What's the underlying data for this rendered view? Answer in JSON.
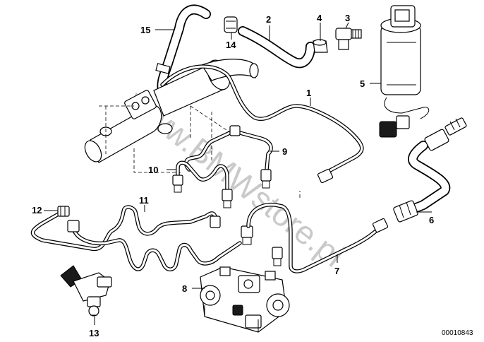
{
  "diagram": {
    "watermark": "www.BMWstore.pl",
    "reference_number": "00010843",
    "callouts": [
      {
        "id": "c1",
        "label": "1"
      },
      {
        "id": "c2",
        "label": "2"
      },
      {
        "id": "c3",
        "label": "3"
      },
      {
        "id": "c4",
        "label": "4"
      },
      {
        "id": "c5",
        "label": "5"
      },
      {
        "id": "c6",
        "label": "6"
      },
      {
        "id": "c7",
        "label": "7"
      },
      {
        "id": "c8",
        "label": "8"
      },
      {
        "id": "c9",
        "label": "9"
      },
      {
        "id": "c10",
        "label": "10"
      },
      {
        "id": "c11",
        "label": "11"
      },
      {
        "id": "c12",
        "label": "12"
      },
      {
        "id": "c13",
        "label": "13"
      },
      {
        "id": "c14",
        "label": "14"
      },
      {
        "id": "c15",
        "label": "15"
      }
    ],
    "colors": {
      "line": "#000000",
      "background": "#ffffff",
      "watermark": "#b8b8b8"
    }
  }
}
